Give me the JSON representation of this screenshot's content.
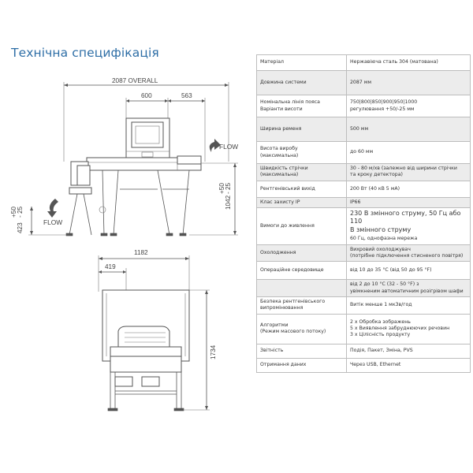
{
  "title": "Технічна специфікація",
  "drawing": {
    "overall_label": "2087  OVERALL",
    "dim_600": "600",
    "dim_563": "563",
    "flow_in": "FLOW",
    "flow_out": "FLOW",
    "right_height_a": "+50",
    "right_height_b": "- 25",
    "right_height_c": "1042",
    "left_height_a": "+50",
    "left_height_b": "- 25",
    "left_height_c": "423",
    "width_1182": "1182",
    "width_419": "419",
    "height_1734": "1734"
  },
  "spec": [
    {
      "label": [
        "Матеріал"
      ],
      "value": [
        "Нержавіюча сталь 304 (матована)"
      ],
      "shade": false,
      "h": 20
    },
    {
      "label": [
        "Довжина системи"
      ],
      "value": [
        "2087 мм"
      ],
      "shade": true,
      "h": 31
    },
    {
      "label": [
        "Номінальна лінія поясa",
        "Варіанти висоти"
      ],
      "value": [
        "750|800|850|900|950|1000",
        "регулювання +50/-25 мм"
      ],
      "shade": false,
      "h": 28
    },
    {
      "label": [
        "Ширина ременя"
      ],
      "value": [
        "500 мм"
      ],
      "shade": true,
      "h": 31
    },
    {
      "label": [
        "Висота виробу",
        "(максимальна)"
      ],
      "value": [
        "до 60 мм"
      ],
      "shade": false,
      "h": 28
    },
    {
      "label": [
        "Швидкість стрічки (максимальна)"
      ],
      "value": [
        "30 - 80 м/хв (залежно від ширини стрічки",
        "та кроку детектора)"
      ],
      "shade": true,
      "h": 21
    },
    {
      "label": [
        "Рентгенівський вихід"
      ],
      "value": [
        "200 Вт (40 кВ 5 мА)"
      ],
      "shade": false,
      "h": 21
    },
    {
      "label": [
        "Клас захисту IP"
      ],
      "value": [
        "IP66"
      ],
      "shade": true,
      "h": 13
    },
    {
      "label": [
        "Вимоги до живлення"
      ],
      "value_big": [
        "230 В змінного струму, 50 Гц або 110",
        "В змінного струму"
      ],
      "value": [
        "60 Гц, однофазна мережа"
      ],
      "shade": false,
      "h": 40
    },
    {
      "label": [
        "Охолодження"
      ],
      "value": [
        "Вихровий охолоджувач",
        "(потрібне підключення стисненого повітря)"
      ],
      "shade": true,
      "h": 20
    },
    {
      "label": [
        "Операційне середовище"
      ],
      "value": [
        "від 10 до 35 °C (від 50 до 95 °F)"
      ],
      "shade": false,
      "h": 23
    },
    {
      "label": [
        ""
      ],
      "value": [
        "від 2 до 10 °C (32 - 50 °F) з",
        "увімкненим автоматичним розігрівом шафи"
      ],
      "shade": true,
      "h": 17
    },
    {
      "label": [
        "Безпека рентгенівського",
        "випромінювання"
      ],
      "value": [
        "Витік менше 1 мкЗв/год"
      ],
      "shade": false,
      "h": 17
    },
    {
      "label": [
        "Алгоритми",
        "(Режим масового потоку)"
      ],
      "value": [
        "2 x Обробка зображень",
        "5 x Виявлення забруднюючих речовин",
        "3 x Цілісність продукту"
      ],
      "shade": false,
      "h": 38
    },
    {
      "label": [
        "Звітність"
      ],
      "value": [
        "Подія, Пакет, Зміна, PVS"
      ],
      "shade": false,
      "h": 18
    },
    {
      "label": [
        "Отримання даних"
      ],
      "value": [
        "Через USB, Ethernet"
      ],
      "shade": false,
      "h": 18
    }
  ]
}
